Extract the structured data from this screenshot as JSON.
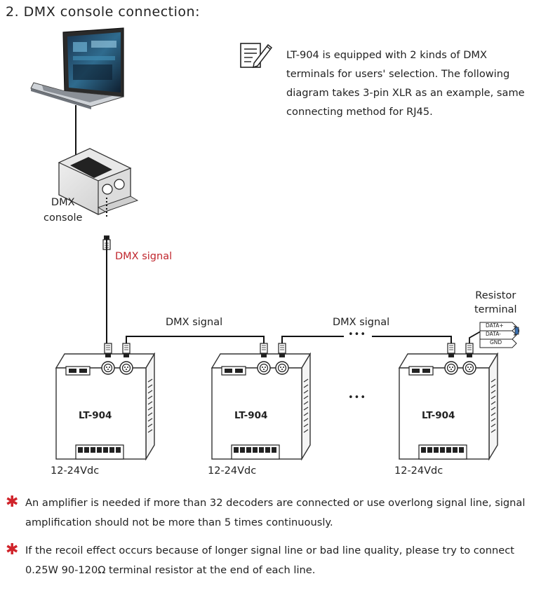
{
  "heading": "2. DMX console connection:",
  "note": "LT-904 is equipped with 2 kinds of DMX terminals for users' selection. The following diagram takes 3-pin XLR as an example, same connecting method for RJ45.",
  "labels": {
    "console": [
      "DMX",
      "console"
    ],
    "dmx_signal_red": "DMX signal",
    "dmx_signal_1": "DMX signal",
    "dmx_signal_2": "DMX signal",
    "resistor": [
      "Resistor",
      "terminal"
    ],
    "resistor_wires": [
      "DATA+",
      "DATA-",
      "GND"
    ],
    "ellipsis": "•••"
  },
  "decoders": [
    {
      "model": "LT-904",
      "power": "12-24Vdc"
    },
    {
      "model": "LT-904",
      "power": "12-24Vdc"
    },
    {
      "model": "LT-904",
      "power": "12-24Vdc"
    }
  ],
  "footnotes": [
    "An amplifier is needed if more than 32 decoders are connected or use overlong signal line, signal amplification should not be more than 5 times continuously.",
    "If the recoil effect occurs because of longer signal line or bad line quality, please try to connect 0.25W 90-120Ω terminal resistor at the end of each line."
  ],
  "footnote_marker": "✱",
  "colors": {
    "accent_red": "#c0262d",
    "line": "#111111",
    "device_stroke": "#333333"
  }
}
